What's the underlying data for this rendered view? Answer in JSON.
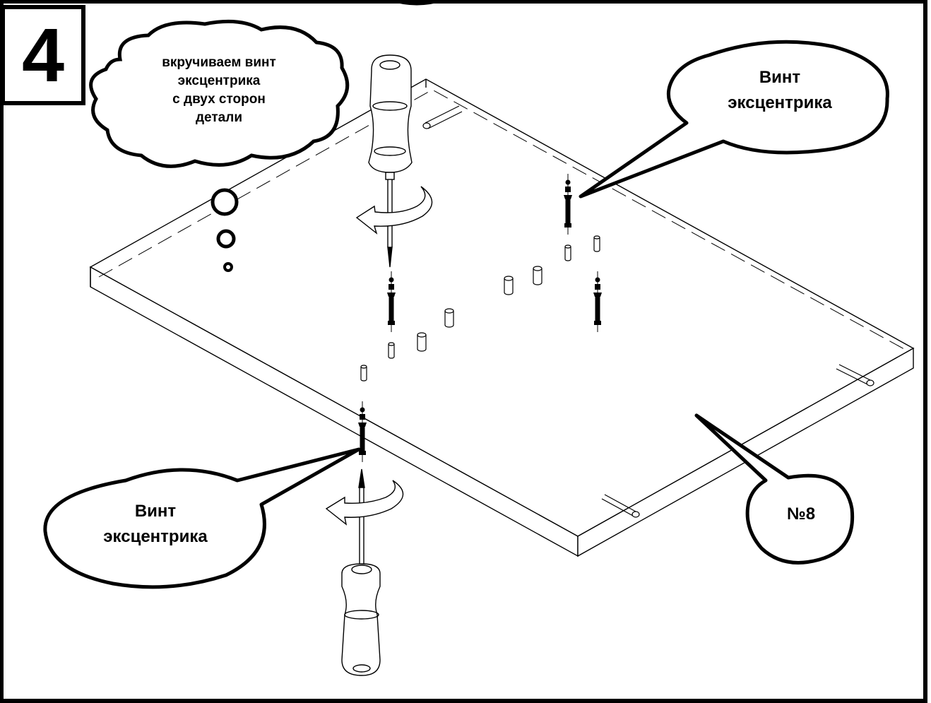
{
  "step": {
    "number": "4"
  },
  "callouts": {
    "thought_lines": [
      "вкручиваем винт",
      "эксцентрика",
      "с двух сторон",
      "детали"
    ],
    "top_right": [
      "Винт",
      "эксцентрика"
    ],
    "bottom_left": [
      "Винт",
      "эксцентрика"
    ],
    "part": "№8"
  },
  "colors": {
    "ink": "#000000",
    "paper": "#ffffff"
  },
  "icons": [
    "screwdriver-icon",
    "rotation-arrow-icon",
    "eccentric-screw-icon",
    "dowel-icon"
  ]
}
